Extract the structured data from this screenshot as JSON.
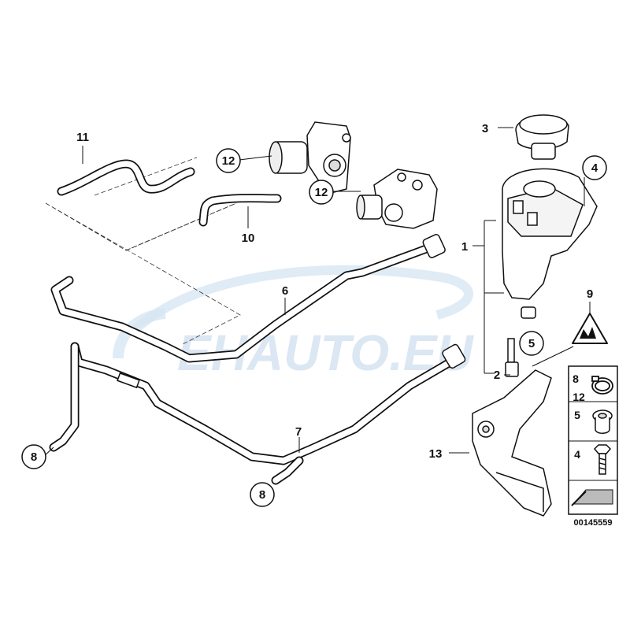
{
  "watermark": {
    "text": "EHAUTO.EU",
    "color": "#cfe0ee"
  },
  "callouts": {
    "c1": "1",
    "c2": "2",
    "c3": "3",
    "c4": "4",
    "c5": "5",
    "c6": "6",
    "c7": "7",
    "c8a": "8",
    "c8b": "8",
    "c9": "9",
    "c10": "10",
    "c11": "11",
    "c12a": "12",
    "c12b": "12",
    "c13": "13"
  },
  "legend": {
    "row1": [
      "8",
      "12"
    ],
    "row2": "5",
    "row3": "4"
  },
  "document_number": "00145559",
  "colors": {
    "line": "#111111",
    "part_fill": "#ffffff",
    "shade": "#d9d9d9"
  }
}
